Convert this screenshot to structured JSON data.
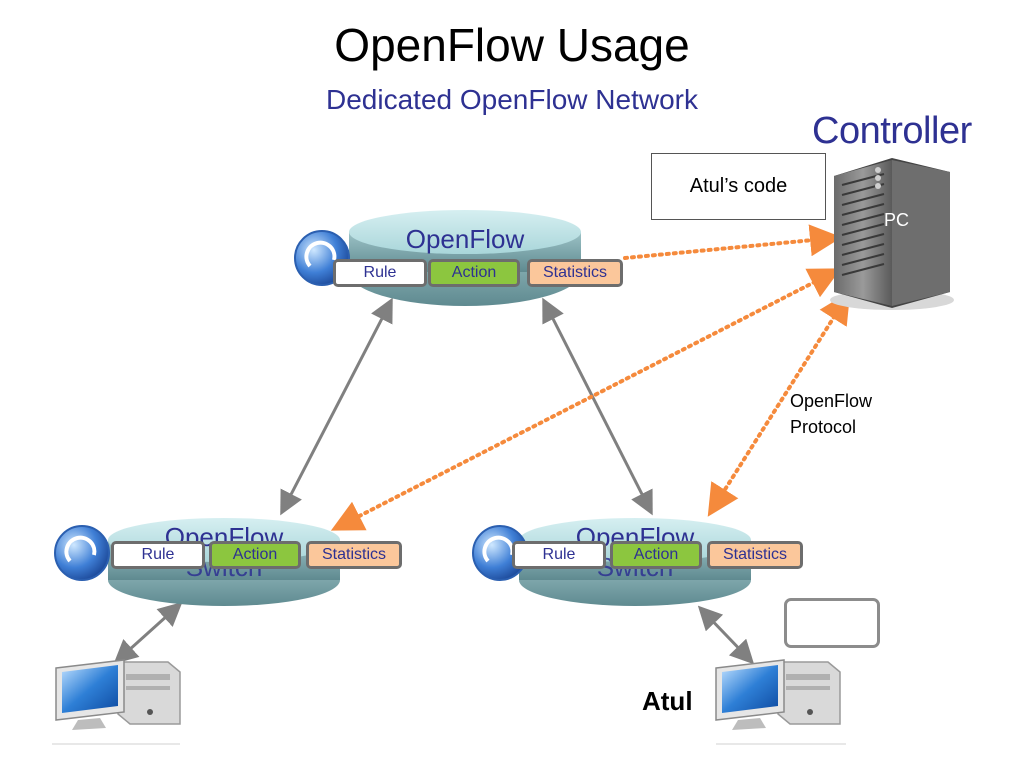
{
  "title": "OpenFlow Usage",
  "subtitle": "Dedicated OpenFlow Network",
  "controller": {
    "label": "Controller",
    "code_label": "Atul’s code",
    "pc_label": "PC"
  },
  "protocol_label": [
    "OpenFlow",
    "Protocol"
  ],
  "switch_name": [
    "OpenFlow",
    "Switch"
  ],
  "flow_table": {
    "rule": "Rule",
    "action": "Action",
    "statistics": "Statistics"
  },
  "user_label": "Atul",
  "colors": {
    "title": "#000000",
    "accent_blue": "#2e3192",
    "switch_top": "#bfe3e6",
    "switch_side": "#7fa8ad",
    "action_green": "#8cc63f",
    "stats_orange": "#fbc79b",
    "protocol_dots": "#f58a3c",
    "link_gray": "#808080"
  }
}
